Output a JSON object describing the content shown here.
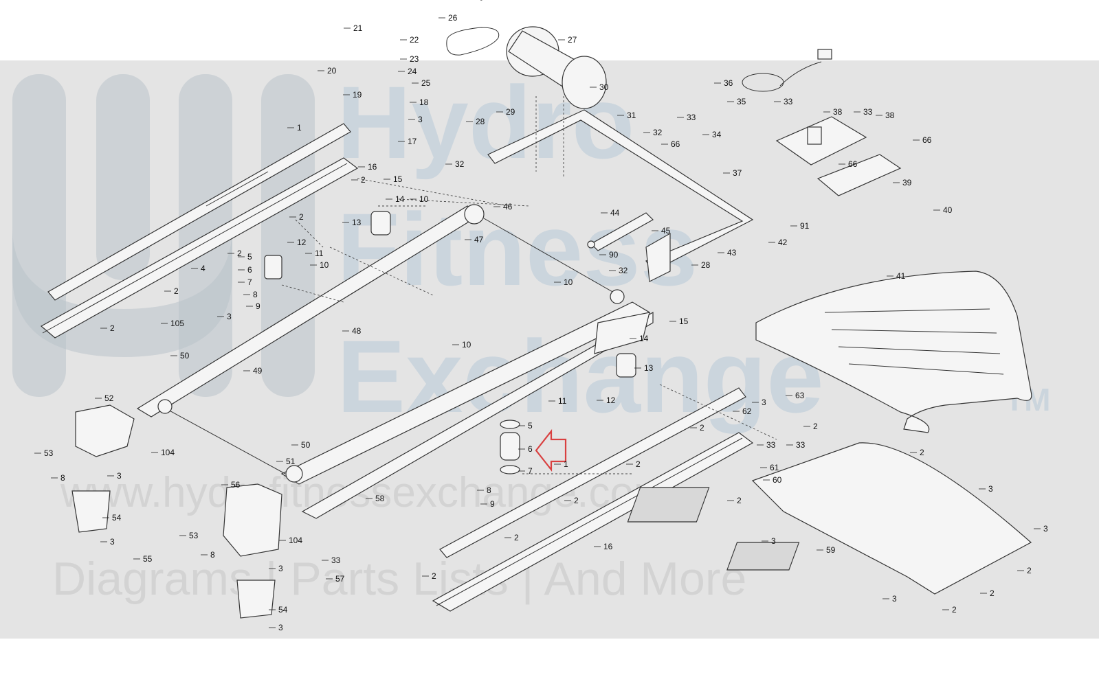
{
  "watermark": {
    "brand_line1": "Hydro",
    "brand_line2": "Fitness",
    "brand_line3": "Exchange",
    "trademark": "TM",
    "url": "www.hydrofitnessexchange.com",
    "tagline": "Diagrams | Parts Lists | And More"
  },
  "highlight": {
    "target_part": "6",
    "color": "#d94040"
  },
  "callouts": [
    "1",
    "2",
    "3",
    "4",
    "5",
    "6",
    "7",
    "8",
    "9",
    "10",
    "11",
    "12",
    "13",
    "14",
    "15",
    "16",
    "17",
    "18",
    "19",
    "20",
    "21",
    "22",
    "23",
    "24",
    "25",
    "26",
    "27",
    "28",
    "29",
    "30",
    "31",
    "32",
    "33",
    "34",
    "35",
    "36",
    "37",
    "38",
    "39",
    "40",
    "41",
    "42",
    "43",
    "44",
    "45",
    "46",
    "47",
    "48",
    "49",
    "50",
    "51",
    "52",
    "53",
    "54",
    "55",
    "56",
    "57",
    "58",
    "59",
    "60",
    "61",
    "62",
    "63",
    "66",
    "90",
    "91",
    "104",
    "105"
  ]
}
